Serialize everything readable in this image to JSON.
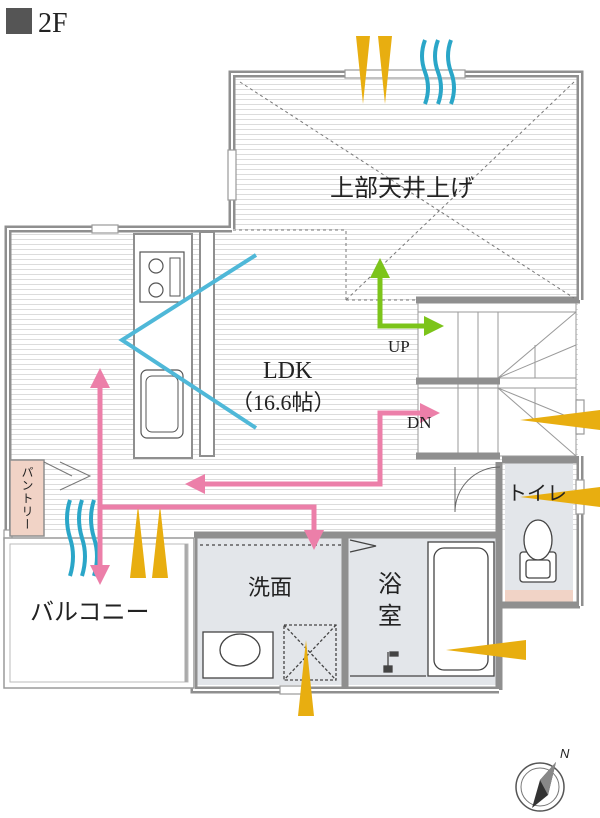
{
  "floor_label": "2F",
  "rooms": {
    "ceiling": "上部天井上げ",
    "ldk": "LDK",
    "ldk_size": "（16.6帖）",
    "pantry": "パントリー",
    "toilet": "トイレ",
    "washroom": "洗面",
    "bath_line1": "浴",
    "bath_line2": "室",
    "balcony": "バルコニー"
  },
  "stairs": {
    "up": "UP",
    "down": "DN"
  },
  "compass": {
    "north": "N"
  },
  "colors": {
    "wall": "#8f8f8f",
    "wall_inner": "#ffffff",
    "floor_lines": "#dcdcdc",
    "wet_area": "#e3e6ea",
    "ventilation": "#ec7fa9",
    "light": "#e8ae10",
    "wind": "#2aa6c8",
    "view": "#4fb8d8",
    "stair_arrow": "#7cc41a",
    "pantry_fill": "#f1d3c6",
    "toilet_fill": "#f1d3c6"
  }
}
